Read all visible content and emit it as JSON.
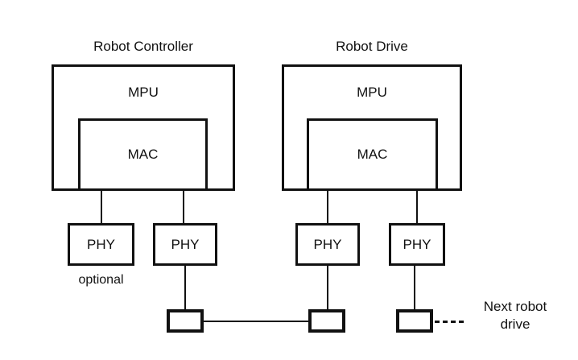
{
  "diagram": {
    "title_left": "Robot Controller",
    "title_right": "Robot Drive",
    "groups": [
      {
        "name": "Robot Controller",
        "outer_label": "MPU",
        "inner_label": "MAC",
        "phys": [
          "PHY",
          "PHY"
        ],
        "note": "optional"
      },
      {
        "name": "Robot Drive",
        "outer_label": "MPU",
        "inner_label": "MAC",
        "phys": [
          "PHY",
          "PHY"
        ],
        "note": ""
      }
    ],
    "labels": {
      "mpu_left": "MPU",
      "mac_left": "MAC",
      "mpu_right": "MPU",
      "mac_right": "MAC",
      "phy_1": "PHY",
      "phy_2": "PHY",
      "phy_3": "PHY",
      "phy_4": "PHY",
      "optional": "optional",
      "next_line_1": "Next robot",
      "next_line_2": "drive"
    },
    "colors": {
      "stroke": "#111111",
      "background": "#ffffff"
    }
  }
}
